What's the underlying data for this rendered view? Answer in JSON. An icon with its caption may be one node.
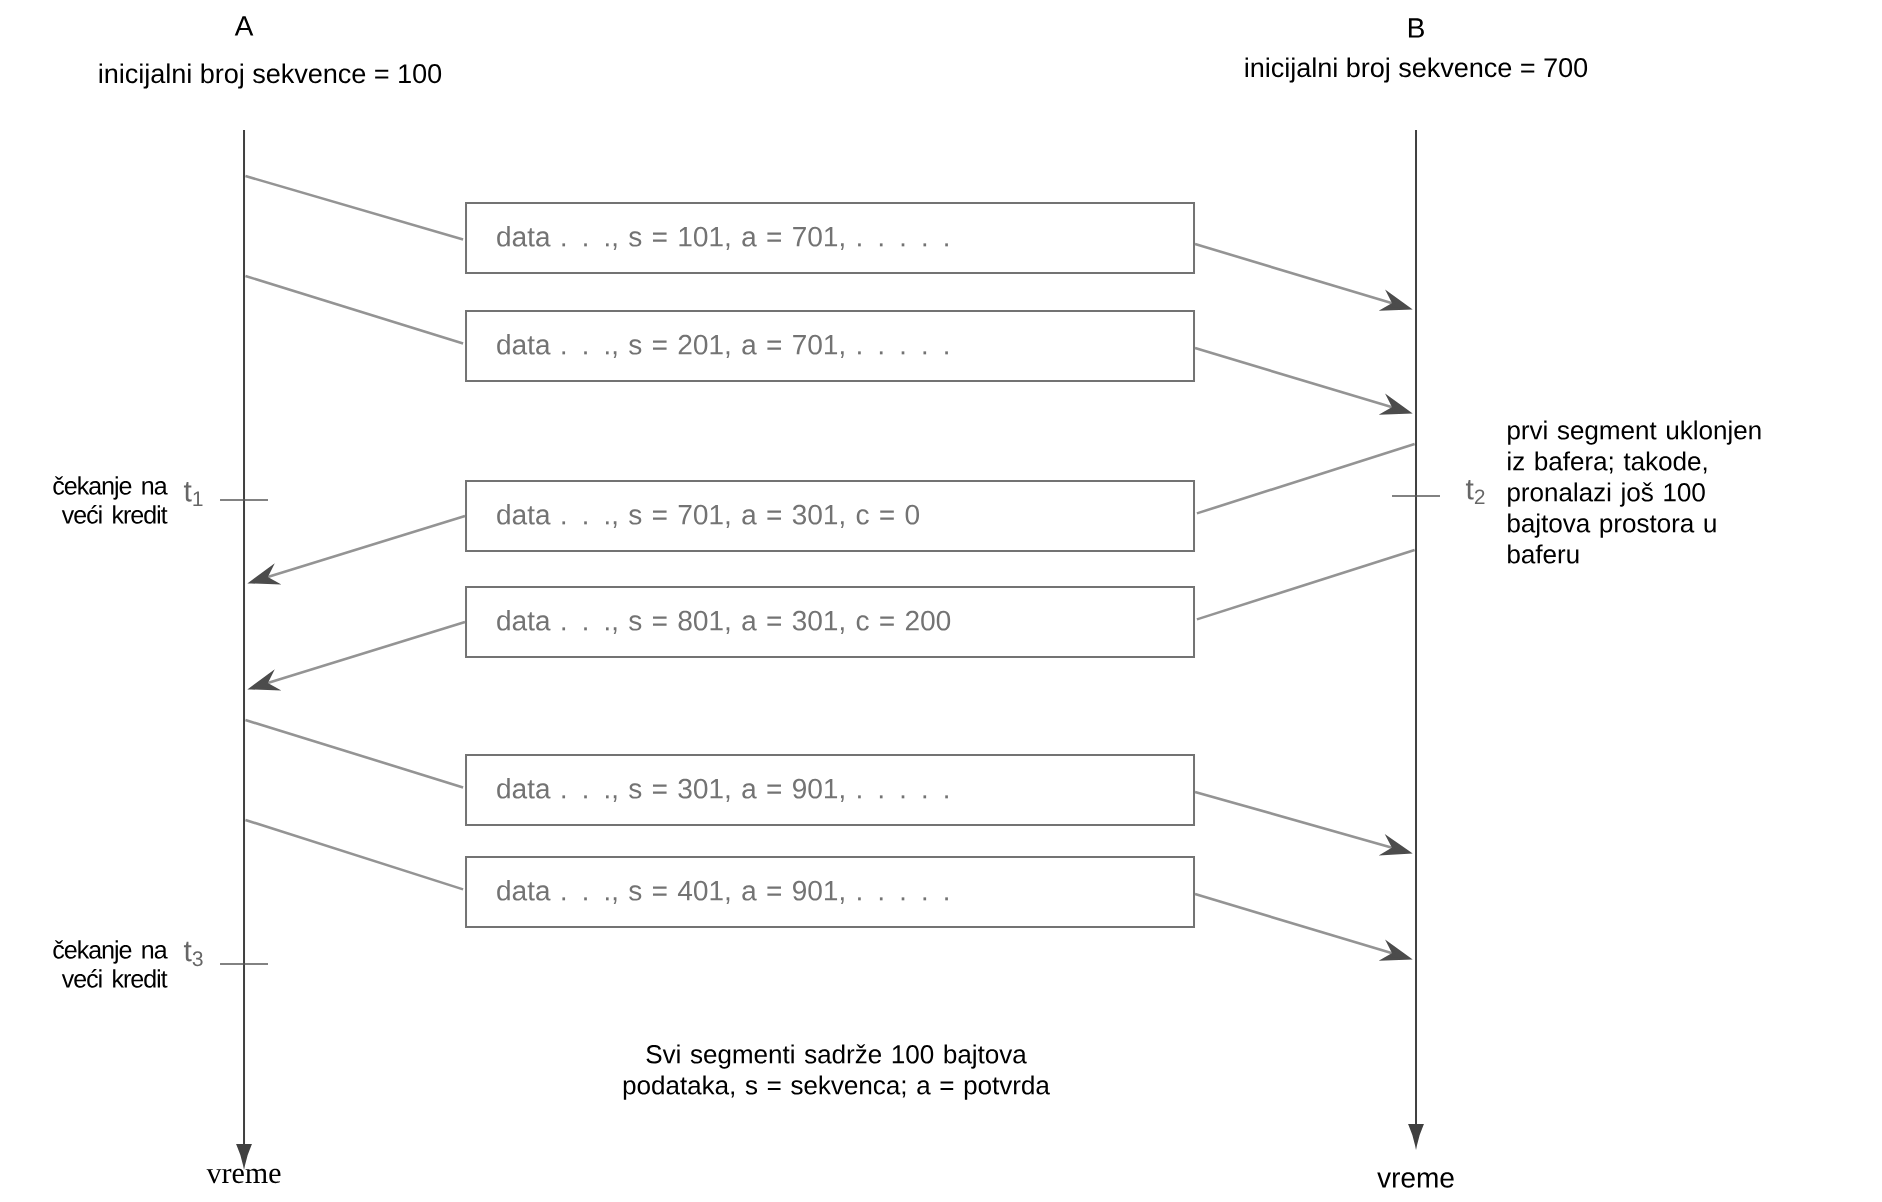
{
  "diagram": {
    "nodes": [
      {
        "text": [
          "A",
          "inicijalni broj sekvence = 100"
        ],
        "beside": [
          "vreme"
        ]
      },
      {
        "text": [
          "B",
          "inicijalni broj sekvence = 700"
        ],
        "beside": [
          "vreme"
        ]
      },
      {
        "text": [
          "data . . ., s = 101, a = 701, . . . . ."
        ]
      },
      {
        "text": [
          "data . . ., s = 201, a = 701, . . . . ."
        ]
      },
      {
        "text": [
          "data . . ., s = 701, a = 301, c = 0"
        ]
      },
      {
        "text": [
          "data . . ., s = 801, a = 301, c = 200"
        ]
      },
      {
        "text": [
          "data . . ., s = 301, a = 901, . . . . ."
        ]
      },
      {
        "text": [
          "data . . ., s = 401, a = 901, . . . . ."
        ]
      }
    ],
    "edges": [
      {
        "from": 0,
        "to": 2,
        "arrow": "none"
      },
      {
        "from": 2,
        "to": 1,
        "arrow": "to"
      },
      {
        "from": 0,
        "to": 3,
        "arrow": "none"
      },
      {
        "from": 3,
        "to": 1,
        "arrow": "to"
      },
      {
        "from": 1,
        "to": 4,
        "arrow": "none"
      },
      {
        "from": 4,
        "to": 0,
        "arrow": "to"
      },
      {
        "from": 1,
        "to": 5,
        "arrow": "none"
      },
      {
        "from": 5,
        "to": 0,
        "arrow": "to"
      },
      {
        "from": 0,
        "to": 6,
        "arrow": "none"
      },
      {
        "from": 6,
        "to": 1,
        "arrow": "to"
      },
      {
        "from": 0,
        "to": 7,
        "arrow": "none"
      },
      {
        "from": 7,
        "to": 1,
        "arrow": "to"
      }
    ],
    "labels": [
      "čekanje na veći kredit",
      "t$_{1}$",
      "t$_{2}$",
      "prvi segment uklonjen iz bafera; takode, pronalazi još 100 bajtova prostora u baferu",
      "čekanje na veći kredit",
      "t$_{3}$",
      "Svi segmenti sadrže 100 bajtova podataka, s = sekvenca; a = potvrda"
    ]
  }
}
